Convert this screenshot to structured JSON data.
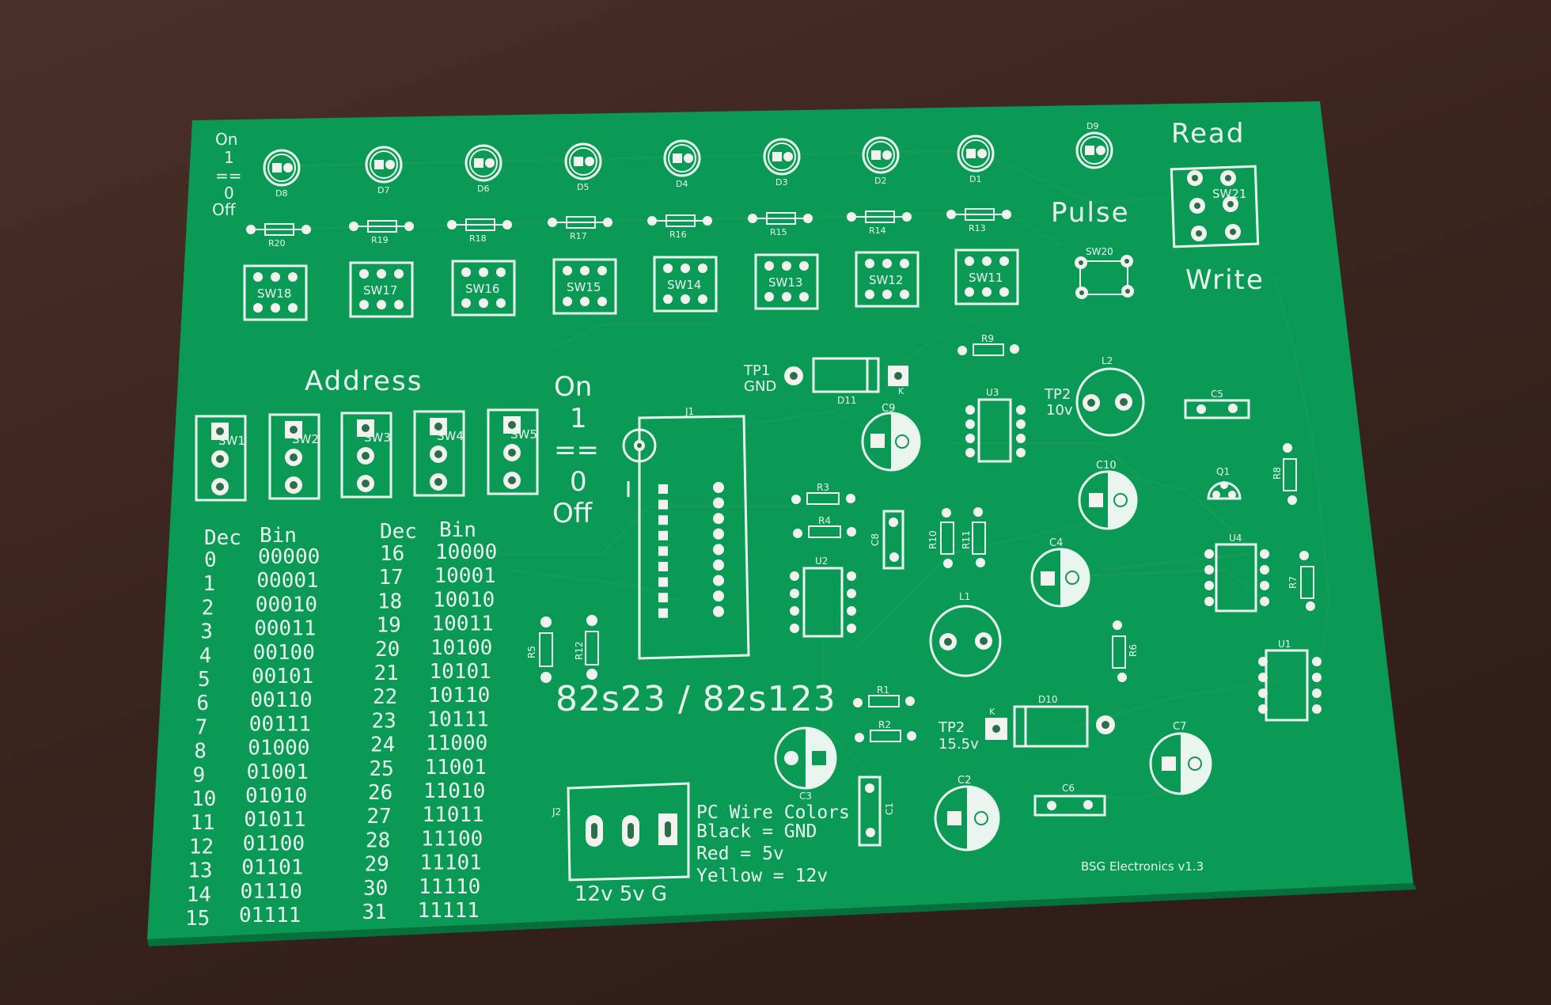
{
  "labels": {
    "on_top": "On",
    "one_top": "1",
    "eq_top": "==",
    "zero_top": "0",
    "off_top": "Off",
    "read": "Read",
    "pulse": "Pulse",
    "write": "Write",
    "address": "Address",
    "on_mid": "On",
    "one_mid": "1",
    "eq_mid": "==",
    "zero_mid": "0",
    "off_mid": "Off",
    "chip": "82s23 / 82s123",
    "tp1": "TP1",
    "gnd": "GND",
    "tp2a": "TP2",
    "tp2a_v": "10v",
    "tp2b": "TP2",
    "tp2b_v": "15.5v",
    "wire_title": "PC Wire Colors",
    "wire_black": "Black = GND",
    "wire_red": "Red = 5v",
    "wire_yellow": "Yellow = 12v",
    "power_pins": "12v 5v G",
    "brand": "BSG Electronics v1.3"
  },
  "leds": [
    "D8",
    "D7",
    "D6",
    "D5",
    "D4",
    "D3",
    "D2",
    "D1",
    "D9"
  ],
  "resistors_top": [
    "R20",
    "R19",
    "R18",
    "R17",
    "R16",
    "R15",
    "R14",
    "R13"
  ],
  "switches_top": [
    "SW18",
    "SW17",
    "SW16",
    "SW15",
    "SW14",
    "SW13",
    "SW12",
    "SW11"
  ],
  "switches_addr": [
    "SW1",
    "SW2",
    "SW3",
    "SW4",
    "SW5"
  ],
  "refs": {
    "sw20": "SW20",
    "sw21": "SW21",
    "j1": "J1",
    "j2": "J2",
    "u1": "U1",
    "u2": "U2",
    "u3": "U3",
    "u4": "U4",
    "l1": "L1",
    "l2": "L2",
    "q1": "Q1",
    "c1": "C1",
    "c2": "C2",
    "c3": "C3",
    "c4": "C4",
    "c5": "C5",
    "c6": "C6",
    "c7": "C7",
    "c8": "C8",
    "c9": "C9",
    "c10": "C10",
    "r1": "R1",
    "r2": "R2",
    "r3": "R3",
    "r4": "R4",
    "r5": "R5",
    "r6": "R6",
    "r7": "R7",
    "r8": "R8",
    "r9": "R9",
    "r10": "R10",
    "r11": "R11",
    "r12": "R12",
    "d10": "D10",
    "d11": "D11",
    "k": "K"
  },
  "table": {
    "headers": [
      "Dec",
      "Bin",
      "Dec",
      "Bin"
    ],
    "rows": [
      [
        "0",
        "00000",
        "16",
        "10000"
      ],
      [
        "1",
        "00001",
        "17",
        "10001"
      ],
      [
        "2",
        "00010",
        "18",
        "10010"
      ],
      [
        "3",
        "00011",
        "19",
        "10011"
      ],
      [
        "4",
        "00100",
        "20",
        "10100"
      ],
      [
        "5",
        "00101",
        "21",
        "10101"
      ],
      [
        "6",
        "00110",
        "22",
        "10110"
      ],
      [
        "7",
        "00111",
        "23",
        "10111"
      ],
      [
        "8",
        "01000",
        "24",
        "11000"
      ],
      [
        "9",
        "01001",
        "25",
        "11001"
      ],
      [
        "10",
        "01010",
        "26",
        "11010"
      ],
      [
        "11",
        "01011",
        "27",
        "11011"
      ],
      [
        "12",
        "01100",
        "28",
        "11100"
      ],
      [
        "13",
        "01101",
        "29",
        "11101"
      ],
      [
        "14",
        "01110",
        "30",
        "11110"
      ],
      [
        "15",
        "01111",
        "31",
        "11111"
      ]
    ]
  },
  "colors": {
    "board": "#0a9a55",
    "silk": "#e9f5ee",
    "table_wood": "#3b2620"
  }
}
